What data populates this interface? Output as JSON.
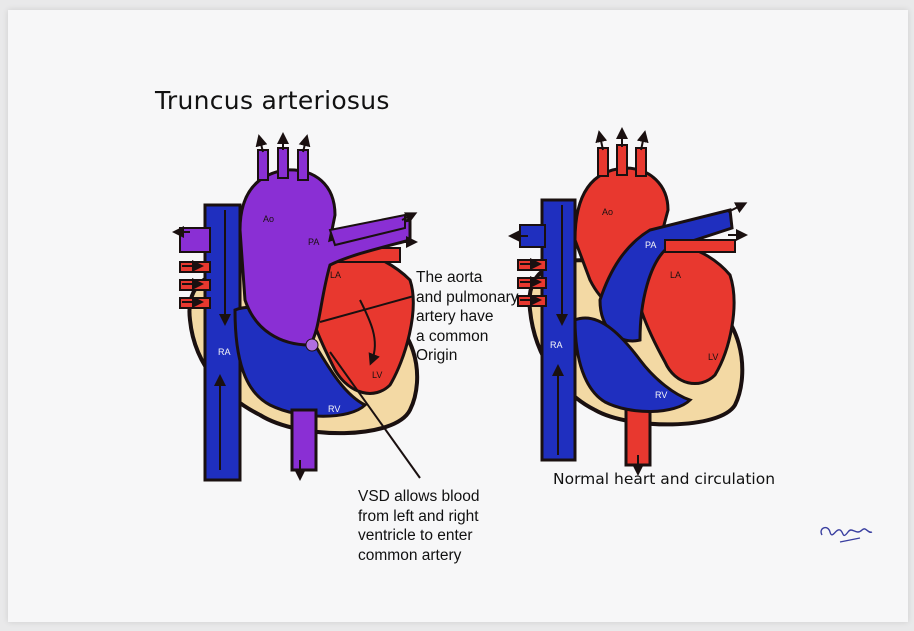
{
  "title": "Truncus arteriosus",
  "labels": {
    "common_origin": [
      "The aorta",
      "and pulmonary",
      "artery have",
      "a common",
      "Origin"
    ],
    "vsd": [
      "VSD allows blood",
      "from left and right",
      "ventricle to enter",
      "common artery"
    ],
    "normal": "Normal heart and circulation"
  },
  "heart_labels_left": {
    "ao": "Ao",
    "pa": "PA",
    "la": "LA",
    "lv": "LV",
    "ra": "RA",
    "rv": "RV"
  },
  "heart_labels_right": {
    "ao": "Ao",
    "pa": "PA",
    "la": "LA",
    "lv": "LV",
    "ra": "RA",
    "rv": "RV"
  },
  "colors": {
    "oxygenated": "#e8382f",
    "deoxygenated": "#1f2fbf",
    "mixed": "#8a2fd4",
    "myocardium": "#f3d9a4",
    "outline": "#1a1010",
    "paper": "#f7f7f8"
  },
  "signature": "signature-scribble"
}
